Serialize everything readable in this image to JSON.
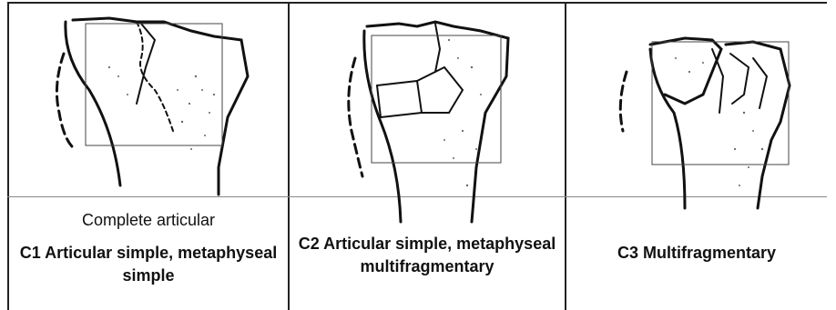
{
  "panels": [
    {
      "subtitle": "Complete articular",
      "label": "C1 Articular simple, metaphyseal simple"
    },
    {
      "label": "C2 Articular simple, metaphyseal multifragmentary"
    },
    {
      "label": "C3 Multifragmentary"
    }
  ]
}
